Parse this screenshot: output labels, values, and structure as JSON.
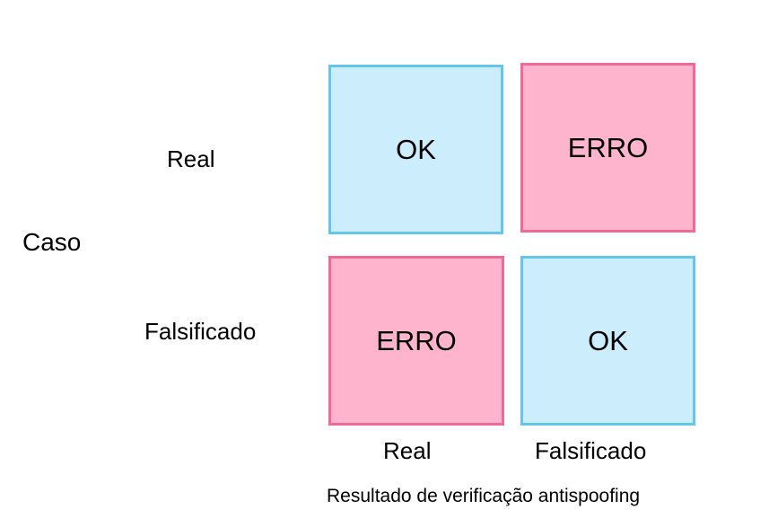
{
  "rows_title": "Caso",
  "row_labels": [
    "Real",
    "Falsificado"
  ],
  "column_labels": [
    "Real",
    "Falsificado"
  ],
  "caption": "Resultado de verificação antispoofing",
  "cells": [
    [
      {
        "label": "OK",
        "status": "ok"
      },
      {
        "label": "ERRO",
        "status": "erro"
      }
    ],
    [
      {
        "label": "ERRO",
        "status": "erro"
      },
      {
        "label": "OK",
        "status": "ok"
      }
    ]
  ],
  "colors": {
    "ok_fill": "#ccedfb",
    "ok_border": "#63c6ea",
    "erro_fill": "#feb4cc",
    "erro_border": "#ef6a98"
  }
}
